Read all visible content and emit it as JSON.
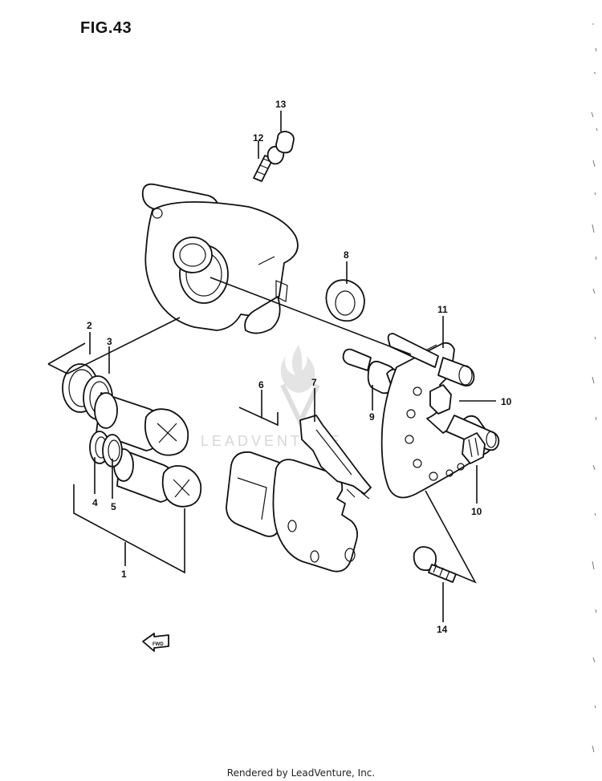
{
  "figure": {
    "title": "FIG.43"
  },
  "watermark": {
    "text": "LEADVENTURE"
  },
  "fwd_marker": {
    "text": "FWD",
    "icon": "arrow-left-icon"
  },
  "callouts": [
    {
      "id": "c1",
      "label": "1"
    },
    {
      "id": "c2",
      "label": "2"
    },
    {
      "id": "c3",
      "label": "3"
    },
    {
      "id": "c4",
      "label": "4"
    },
    {
      "id": "c5",
      "label": "5"
    },
    {
      "id": "c6",
      "label": "6"
    },
    {
      "id": "c7",
      "label": "7"
    },
    {
      "id": "c8",
      "label": "8"
    },
    {
      "id": "c9",
      "label": "9"
    },
    {
      "id": "c10a",
      "label": "10"
    },
    {
      "id": "c10b",
      "label": "10"
    },
    {
      "id": "c11",
      "label": "11"
    },
    {
      "id": "c12",
      "label": "12"
    },
    {
      "id": "c13",
      "label": "13"
    },
    {
      "id": "c14",
      "label": "14"
    }
  ],
  "footer": {
    "text": "Rendered by LeadVenture, Inc."
  }
}
